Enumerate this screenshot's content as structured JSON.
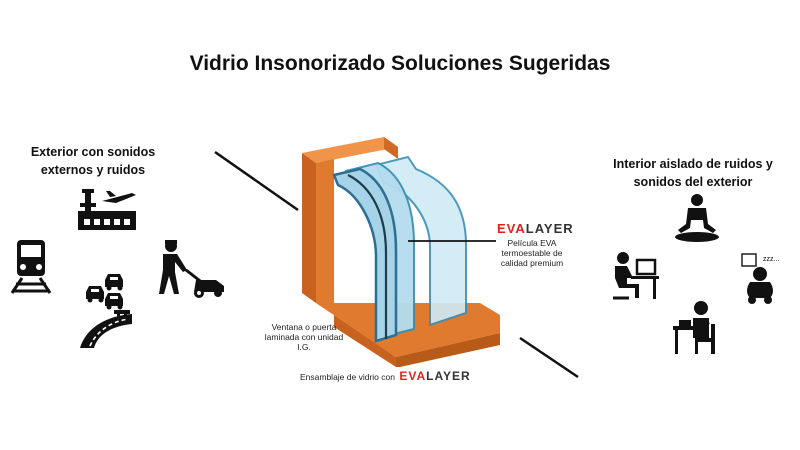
{
  "title": "Vidrio Insonorizado Soluciones Sugeridas",
  "exterior": {
    "caption": "Exterior con sonidos externos y ruidos"
  },
  "interior": {
    "caption": "Interior aislado de ruidos y sonidos del exterior"
  },
  "callouts": {
    "brand_a": "EVA",
    "brand_b": "LAYER",
    "film_text": "Película EVA termoestable de calidad premium",
    "window_text": "Ventana o puerta laminada con unidad I.G.",
    "assembly_text": "Ensamblaje de vidrio con"
  },
  "sleep_text": "zzz...",
  "colors": {
    "frame": "#e07a2e",
    "frame_dark": "#b85a18",
    "glass": "#bfe4f2",
    "glass_edge": "#3a8fb5",
    "icons": "#111111",
    "brand_red": "#e2231a"
  },
  "icons": [
    "train-icon",
    "airport-icon",
    "traffic-icon",
    "road-icon",
    "lawnmower-icon",
    "computer-user-icon",
    "meditation-icon",
    "sleeping-baby-icon",
    "reading-person-icon"
  ]
}
